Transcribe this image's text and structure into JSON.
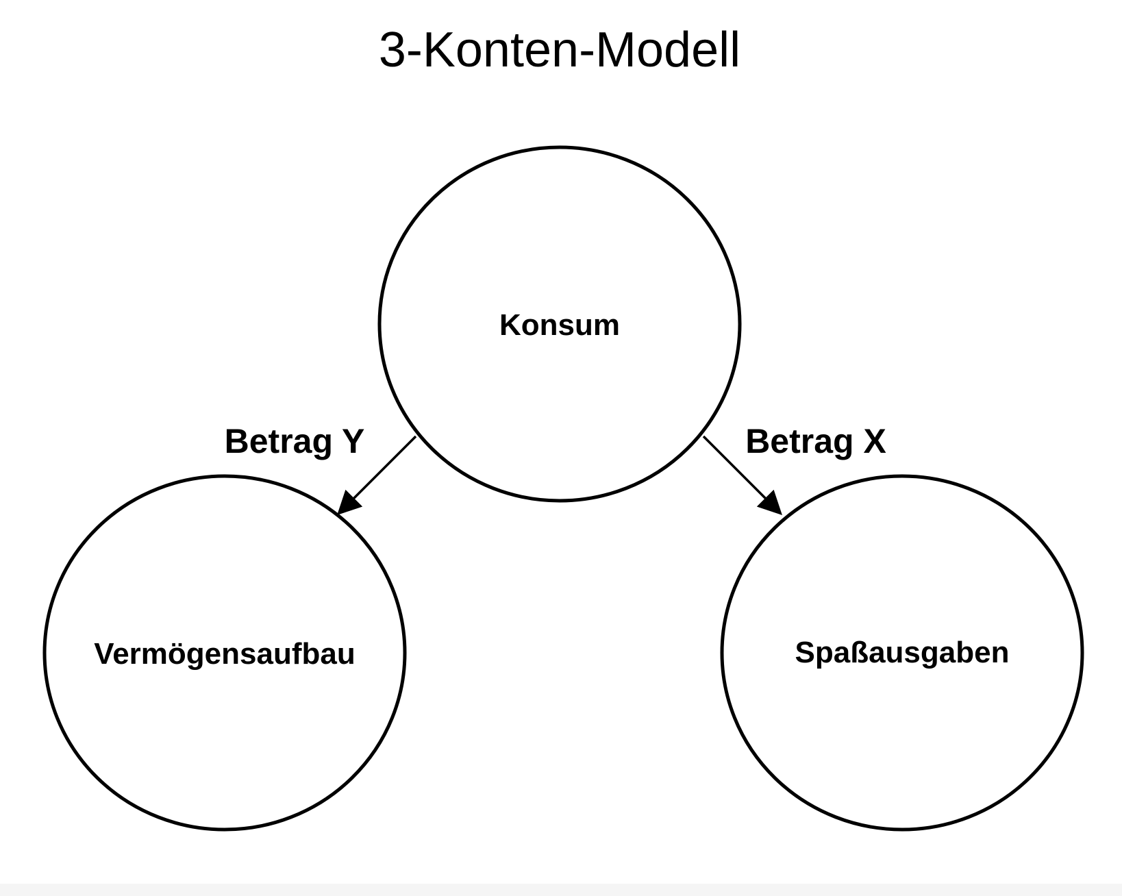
{
  "title": "3-Konten-Modell",
  "nodes": {
    "konsum": {
      "label": "Konsum"
    },
    "vermoegen": {
      "label": "Vermögensaufbau"
    },
    "spass": {
      "label": "Spaßausgaben"
    }
  },
  "edges": [
    {
      "from": "konsum",
      "to": "vermoegen",
      "label": "Betrag Y"
    },
    {
      "from": "konsum",
      "to": "spass",
      "label": "Betrag X"
    }
  ],
  "colors": {
    "stroke": "#000000",
    "background": "#ffffff"
  }
}
